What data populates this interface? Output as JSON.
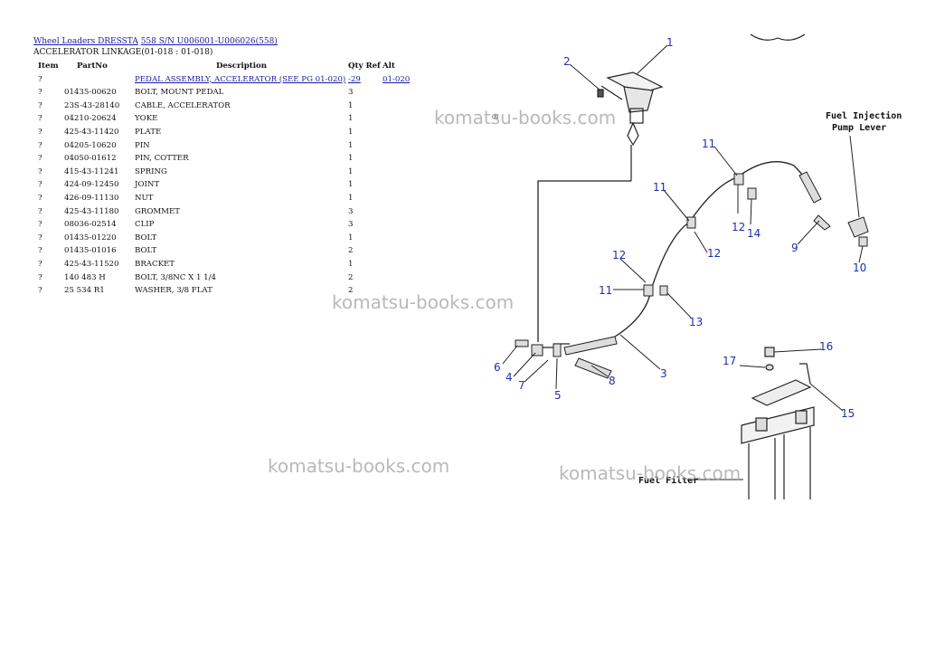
{
  "header": {
    "model_link": "Wheel Loaders DRESSTA",
    "serial_link": "558 S/N U006001-U006026(558)",
    "section_title": "ACCELERATOR LINKAGE(01-018 : 01-018)"
  },
  "columns": {
    "item": "Item",
    "partno": "PartNo",
    "description": "Description",
    "qty": "Qty Ref",
    "alt": "Alt"
  },
  "rows": [
    {
      "item": "?",
      "partno": "",
      "description": "PEDAL ASSEMBLY, ACCELERATOR (SEE PG 01-020)",
      "qty": "-29",
      "alt": "01-020"
    },
    {
      "item": "?",
      "partno": "01435-00620",
      "description": "BOLT, MOUNT PEDAL",
      "qty": "3",
      "alt": ""
    },
    {
      "item": "?",
      "partno": "23S-43-28140",
      "description": "CABLE, ACCELERATOR",
      "qty": "1",
      "alt": ""
    },
    {
      "item": "?",
      "partno": "04210-20624",
      "description": "YOKE",
      "qty": "1",
      "alt": ""
    },
    {
      "item": "?",
      "partno": "425-43-11420",
      "description": "PLATE",
      "qty": "1",
      "alt": ""
    },
    {
      "item": "?",
      "partno": "04205-10620",
      "description": "PIN",
      "qty": "1",
      "alt": ""
    },
    {
      "item": "?",
      "partno": "04050-01612",
      "description": "PIN, COTTER",
      "qty": "1",
      "alt": ""
    },
    {
      "item": "?",
      "partno": "415-43-11241",
      "description": "SPRING",
      "qty": "1",
      "alt": ""
    },
    {
      "item": "?",
      "partno": "424-09-12450",
      "description": "JOINT",
      "qty": "1",
      "alt": ""
    },
    {
      "item": "?",
      "partno": "426-09-11130",
      "description": "NUT",
      "qty": "1",
      "alt": ""
    },
    {
      "item": "?",
      "partno": "425-43-11180",
      "description": "GROMMET",
      "qty": "3",
      "alt": ""
    },
    {
      "item": "?",
      "partno": "08036-02514",
      "description": "CLIP",
      "qty": "3",
      "alt": ""
    },
    {
      "item": "?",
      "partno": "01435-01220",
      "description": "BOLT",
      "qty": "1",
      "alt": ""
    },
    {
      "item": "?",
      "partno": "01435-01016",
      "description": "BOLT",
      "qty": "2",
      "alt": ""
    },
    {
      "item": "?",
      "partno": "425-43-11520",
      "description": "BRACKET",
      "qty": "1",
      "alt": ""
    },
    {
      "item": "?",
      "partno": "140 483 H",
      "description": "BOLT, 3/8NC X 1 1/4",
      "qty": "2",
      "alt": ""
    },
    {
      "item": "?",
      "partno": "25 534 R1",
      "description": "WASHER, 3/8 FLAT",
      "qty": "2",
      "alt": ""
    }
  ],
  "watermark": "komatsu-books.com",
  "diagram": {
    "callouts": [
      "1",
      "2",
      "3",
      "4",
      "5",
      "6",
      "7",
      "8",
      "9",
      "10",
      "11",
      "11",
      "11",
      "12",
      "12",
      "12",
      "13",
      "14",
      "15",
      "16",
      "17"
    ],
    "label_pump_line1": "Fuel Injection",
    "label_pump_line2": "Pump Lever",
    "label_filter": "Fuel Filter",
    "stray_mark": "n"
  },
  "colors": {
    "link": "#1a1aa6",
    "callout": "#1f2fb0",
    "watermark": "#a8a8a8"
  }
}
